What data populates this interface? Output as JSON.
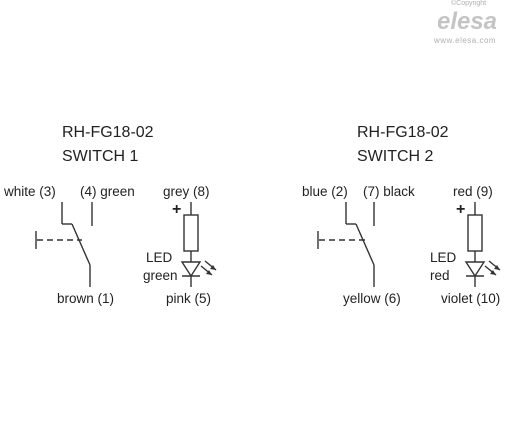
{
  "watermark": {
    "copyright": "©Copyright",
    "brand": "elesa",
    "url": "www.elesa.com"
  },
  "switches": [
    {
      "model": "RH-FG18-02",
      "name": "SWITCH 1",
      "contact_left": "white (3)",
      "contact_right": "(4) green",
      "common": "brown (1)",
      "led_anode": "grey (8)",
      "led_cathode": "pink (5)",
      "led_label": "LED",
      "led_color": "green",
      "polarity": "+"
    },
    {
      "model": "RH-FG18-02",
      "name": "SWITCH 2",
      "contact_left": "blue (2)",
      "contact_right": "(7) black",
      "common": "yellow (6)",
      "led_anode": "red (9)",
      "led_cathode": "violet (10)",
      "led_label": "LED",
      "led_color": "red",
      "polarity": "+"
    }
  ]
}
